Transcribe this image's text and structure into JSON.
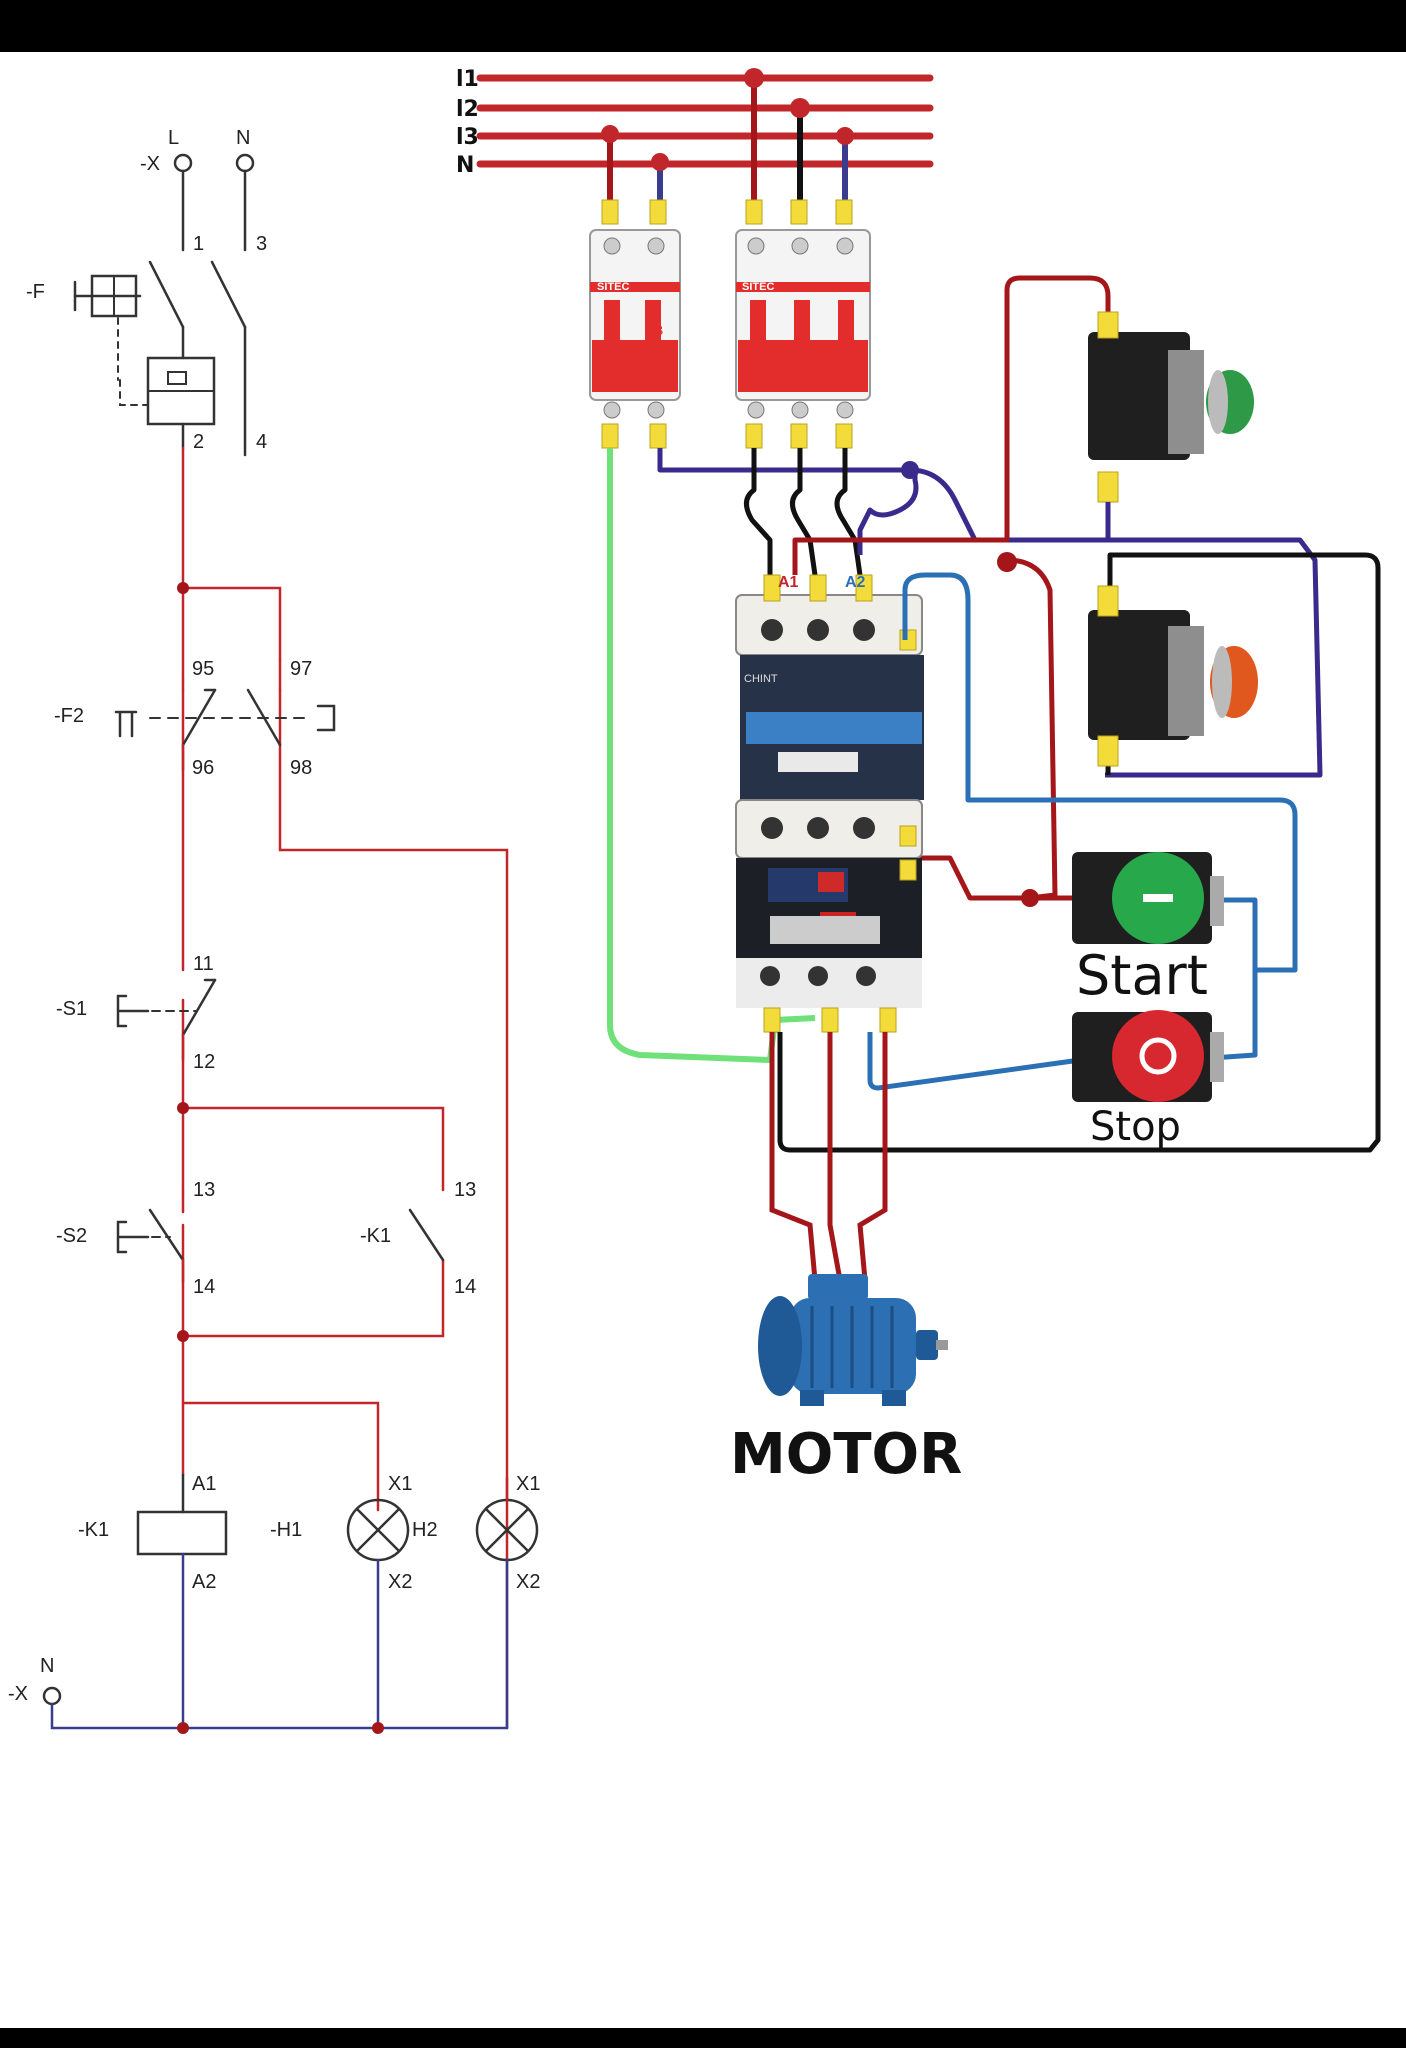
{
  "schematic": {
    "supply_top": {
      "x": "-X",
      "l": "L",
      "n": "N"
    },
    "breaker": {
      "name": "-F",
      "t1": "1",
      "t3": "3",
      "t2": "2",
      "t4": "4"
    },
    "overload": {
      "name": "-F2",
      "nc_in": "95",
      "nc_out": "96",
      "no_in": "97",
      "no_out": "98"
    },
    "stop_switch": {
      "name": "-S1",
      "t1": "11",
      "t2": "12"
    },
    "start_switch": {
      "name": "-S2",
      "t1": "13",
      "t2": "14"
    },
    "holding_contact": {
      "name": "-K1",
      "t1": "13",
      "t2": "14"
    },
    "coil": {
      "name": "-K1",
      "a1": "A1",
      "a2": "A2"
    },
    "lamp_run": {
      "name": "-H1",
      "x1": "X1",
      "x2": "X2"
    },
    "lamp_trip": {
      "name": "H2",
      "x1": "X1",
      "x2": "X2"
    },
    "supply_bottom": {
      "x": "-X",
      "n": "N"
    }
  },
  "wiring": {
    "bus": [
      "l1",
      "l2",
      "l3",
      "N"
    ],
    "breaker_brand": "SITEC",
    "breaker_pole_b": "B",
    "contactor_a1": "A1",
    "contactor_a2": "A2",
    "contactor_brand": "CHINT",
    "start_label": "Start",
    "stop_label": "Stop",
    "motor_label": "MOTOR"
  },
  "colors": {
    "line": "#c0262a",
    "wire_red": "#a4161a",
    "wire_black": "#111111",
    "wire_blue": "#2b6fb5",
    "wire_purple": "#3a2a8c",
    "wire_green": "#6fe07a",
    "neutral": "#3a3d8f",
    "breaker_red": "#e32c2c",
    "terminal_yellow": "#f3dc3a",
    "contactor_blue": "#3b7fc4",
    "motor_blue": "#2c6fb3",
    "start_green": "#27a84a",
    "stop_red": "#d7282f",
    "pilot_green": "#2e9a47",
    "pilot_orange": "#e0581d"
  }
}
